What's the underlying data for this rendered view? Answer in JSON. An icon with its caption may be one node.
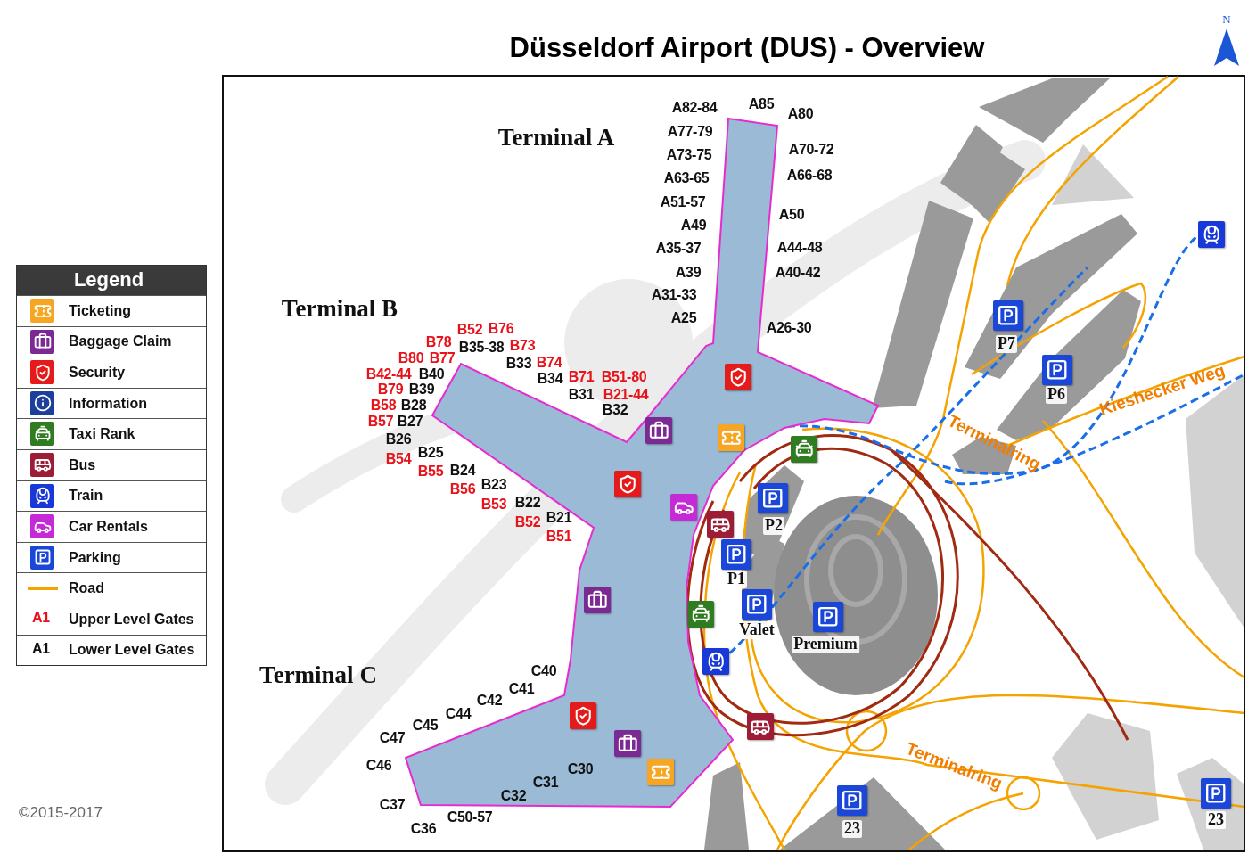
{
  "diagram": {
    "title": "Düsseldorf Airport (DUS) - Overview",
    "labels": [
      "Legend",
      "A1",
      "A1",
      "A82-84",
      "A85",
      "A80",
      "A77-79",
      "A70-72",
      "A73-75",
      "A63-65",
      "A66-68",
      "A51-57",
      "A50",
      "A49",
      "A35-37",
      "A44-48",
      "A39",
      "A40-42",
      "A31-33",
      "A25",
      "A26-30",
      "Terminal A",
      "Terminal B",
      "B52",
      "B76",
      "B78",
      "B35-38",
      "B73",
      "B80",
      "B77",
      "B33",
      "B74",
      "B42-44",
      "B40",
      "B34",
      "B71",
      "B51-80",
      "B79",
      "B39",
      "B31",
      "B21-44",
      "B58",
      "B28",
      "B32",
      "B57",
      "B27",
      "B26",
      "B25",
      "B54",
      "B55",
      "B24",
      "B56",
      "B23",
      "B53",
      "B22",
      "B52",
      "B21",
      "B51",
      "Terminal C",
      "C40",
      "C41",
      "C42",
      "C44",
      "C45",
      "C47",
      "C46",
      "C30",
      "C31",
      "C32",
      "C37",
      "C50-57",
      "C36",
      "P7",
      "P6",
      "Kieshecker Weg",
      "Terminalring",
      "P2",
      "P1",
      "Valet",
      "Premium",
      "Terminalring",
      "23",
      "23",
      "©2015-2017",
      "N"
    ],
    "legend": [
      {
        "text": "Ticketing"
      },
      {
        "text": "Baggage Claim"
      },
      {
        "text": "Security"
      },
      {
        "text": "Information"
      },
      {
        "text": "Taxi Rank"
      },
      {
        "text": "Bus"
      },
      {
        "text": "Train"
      },
      {
        "text": "Car Rentals"
      },
      {
        "text": "Parking"
      },
      {
        "text": "Road"
      },
      {
        "text": "Upper Level Gates"
      },
      {
        "text": "Lower Level Gates"
      }
    ]
  }
}
